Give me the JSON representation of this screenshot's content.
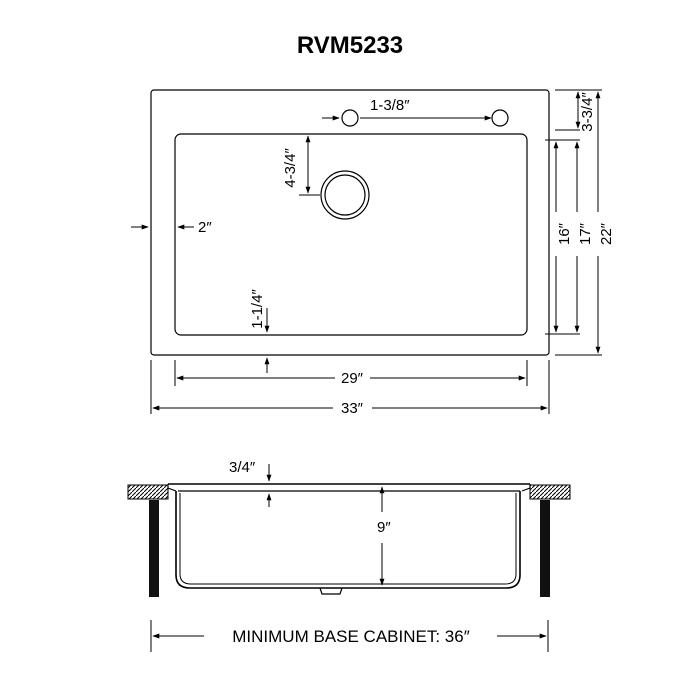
{
  "title": "RVM5233",
  "top_view": {
    "faucet_spacing": "1-3/8″",
    "drain_offset": "4-3/4″",
    "side_rim": "2″",
    "bottom_rim": "1-1/4″",
    "bowl_length": "29″",
    "overall_length": "33″",
    "back_deck": "3-3/4″",
    "bowl_width": "16″",
    "inner_width": "17″",
    "overall_width": "22″"
  },
  "side_view": {
    "rim_height": "3/4″",
    "bowl_depth": "9″",
    "min_cabinet": "MINIMUM BASE CABINET: 36″"
  },
  "colors": {
    "line": "#000000",
    "background": "#ffffff"
  }
}
